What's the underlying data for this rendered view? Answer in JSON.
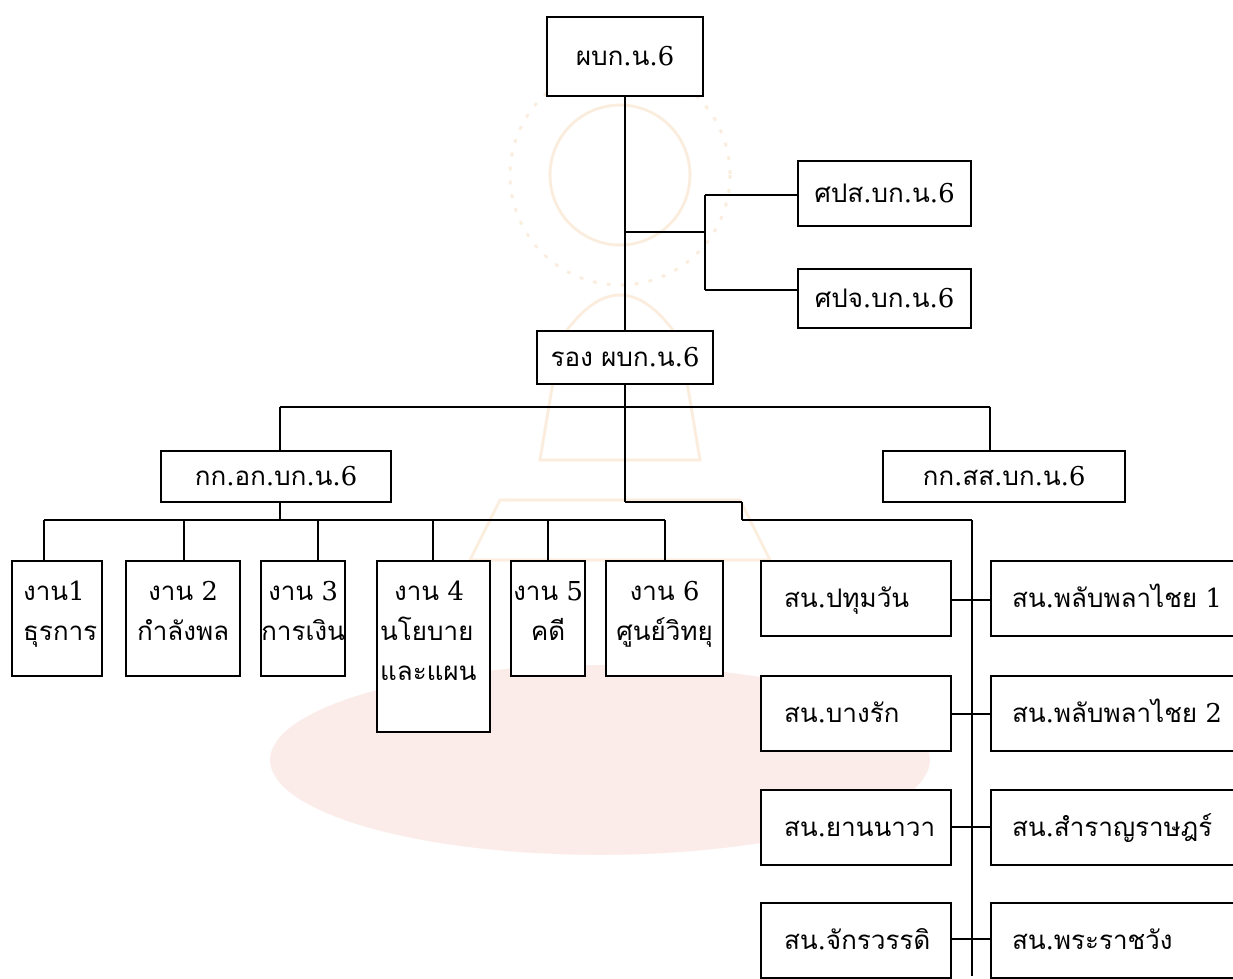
{
  "chart": {
    "root": "ผบก.น.6",
    "staff": [
      "ศปส.บก.น.6",
      "ศปจ.บก.น.6"
    ],
    "deputy": "รอง ผบก.น.6",
    "admin_division": {
      "name": "กก.อก.บก.น.6",
      "units": [
        {
          "line1": "งาน1",
          "line2": "ธุรการ"
        },
        {
          "line1": "งาน 2",
          "line2": "กำลังพล"
        },
        {
          "line1": "งาน 3",
          "line2": "การเงิน"
        },
        {
          "line1": "งาน 4",
          "line2": "นโยบาย",
          "line3": "และแผน"
        },
        {
          "line1": "งาน 5",
          "line2": "คดี"
        },
        {
          "line1": "งาน 6",
          "line2": "ศูนย์วิทยุ"
        }
      ]
    },
    "ops_division": "กก.สส.บก.น.6",
    "stations_left": [
      "สน.ปทุมวัน",
      "สน.บางรัก",
      "สน.ยานนาวา",
      "สน.จักรวรรดิ"
    ],
    "stations_right": [
      "สน.พลับพลาไชย 1",
      "สน.พลับพลาไชย 2",
      "สน.สำราญราษฎร์",
      "สน.พระราชวัง"
    ]
  },
  "colors": {
    "line": "#000000",
    "box_border": "#000000",
    "watermark": "#e8c89a"
  }
}
